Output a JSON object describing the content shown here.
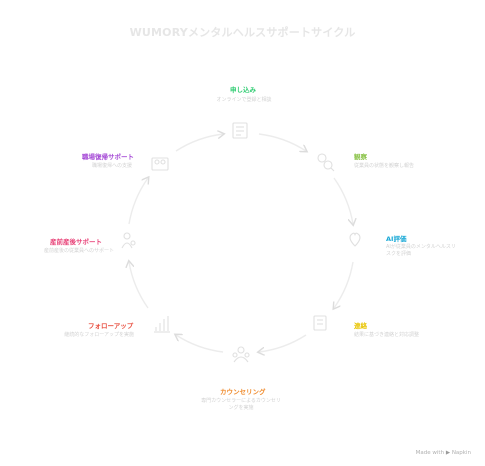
{
  "title": "WUMORYメンタルヘルスサポートサイクル",
  "steps": [
    {
      "label": "申し込み",
      "desc": "オンラインで登録と相談",
      "color": "#2ecc71"
    },
    {
      "label": "観察",
      "desc": "従業員の状態を観察し報告",
      "color": "#8bc34a"
    },
    {
      "label": "AI評価",
      "desc": "AIが従業員のメンタルヘルスリスクを評価",
      "color": "#1ba9d6"
    },
    {
      "label": "連絡",
      "desc": "結果に基づき連絡と対応調整",
      "color": "#e8c400"
    },
    {
      "label": "カウンセリング",
      "desc": "専門カウンセラーによるカウンセリングを実施",
      "color": "#ef8a2b"
    },
    {
      "label": "フォローアップ",
      "desc": "継続的なフォローアップを実施",
      "color": "#e84c3d"
    },
    {
      "label": "産前産後サポート",
      "desc": "産前産後の従業員へのサポート",
      "color": "#e8457a"
    },
    {
      "label": "職場復帰サポート",
      "desc": "職場復帰への支援",
      "color": "#a64bd6"
    }
  ],
  "icons": [
    "form-icon",
    "observe-icon",
    "heart-icon",
    "report-icon",
    "counseling-icon",
    "growth-chart-icon",
    "mother-child-icon",
    "return-to-work-icon"
  ],
  "brand": {
    "prefix": "Made with",
    "name": "Napkin"
  }
}
